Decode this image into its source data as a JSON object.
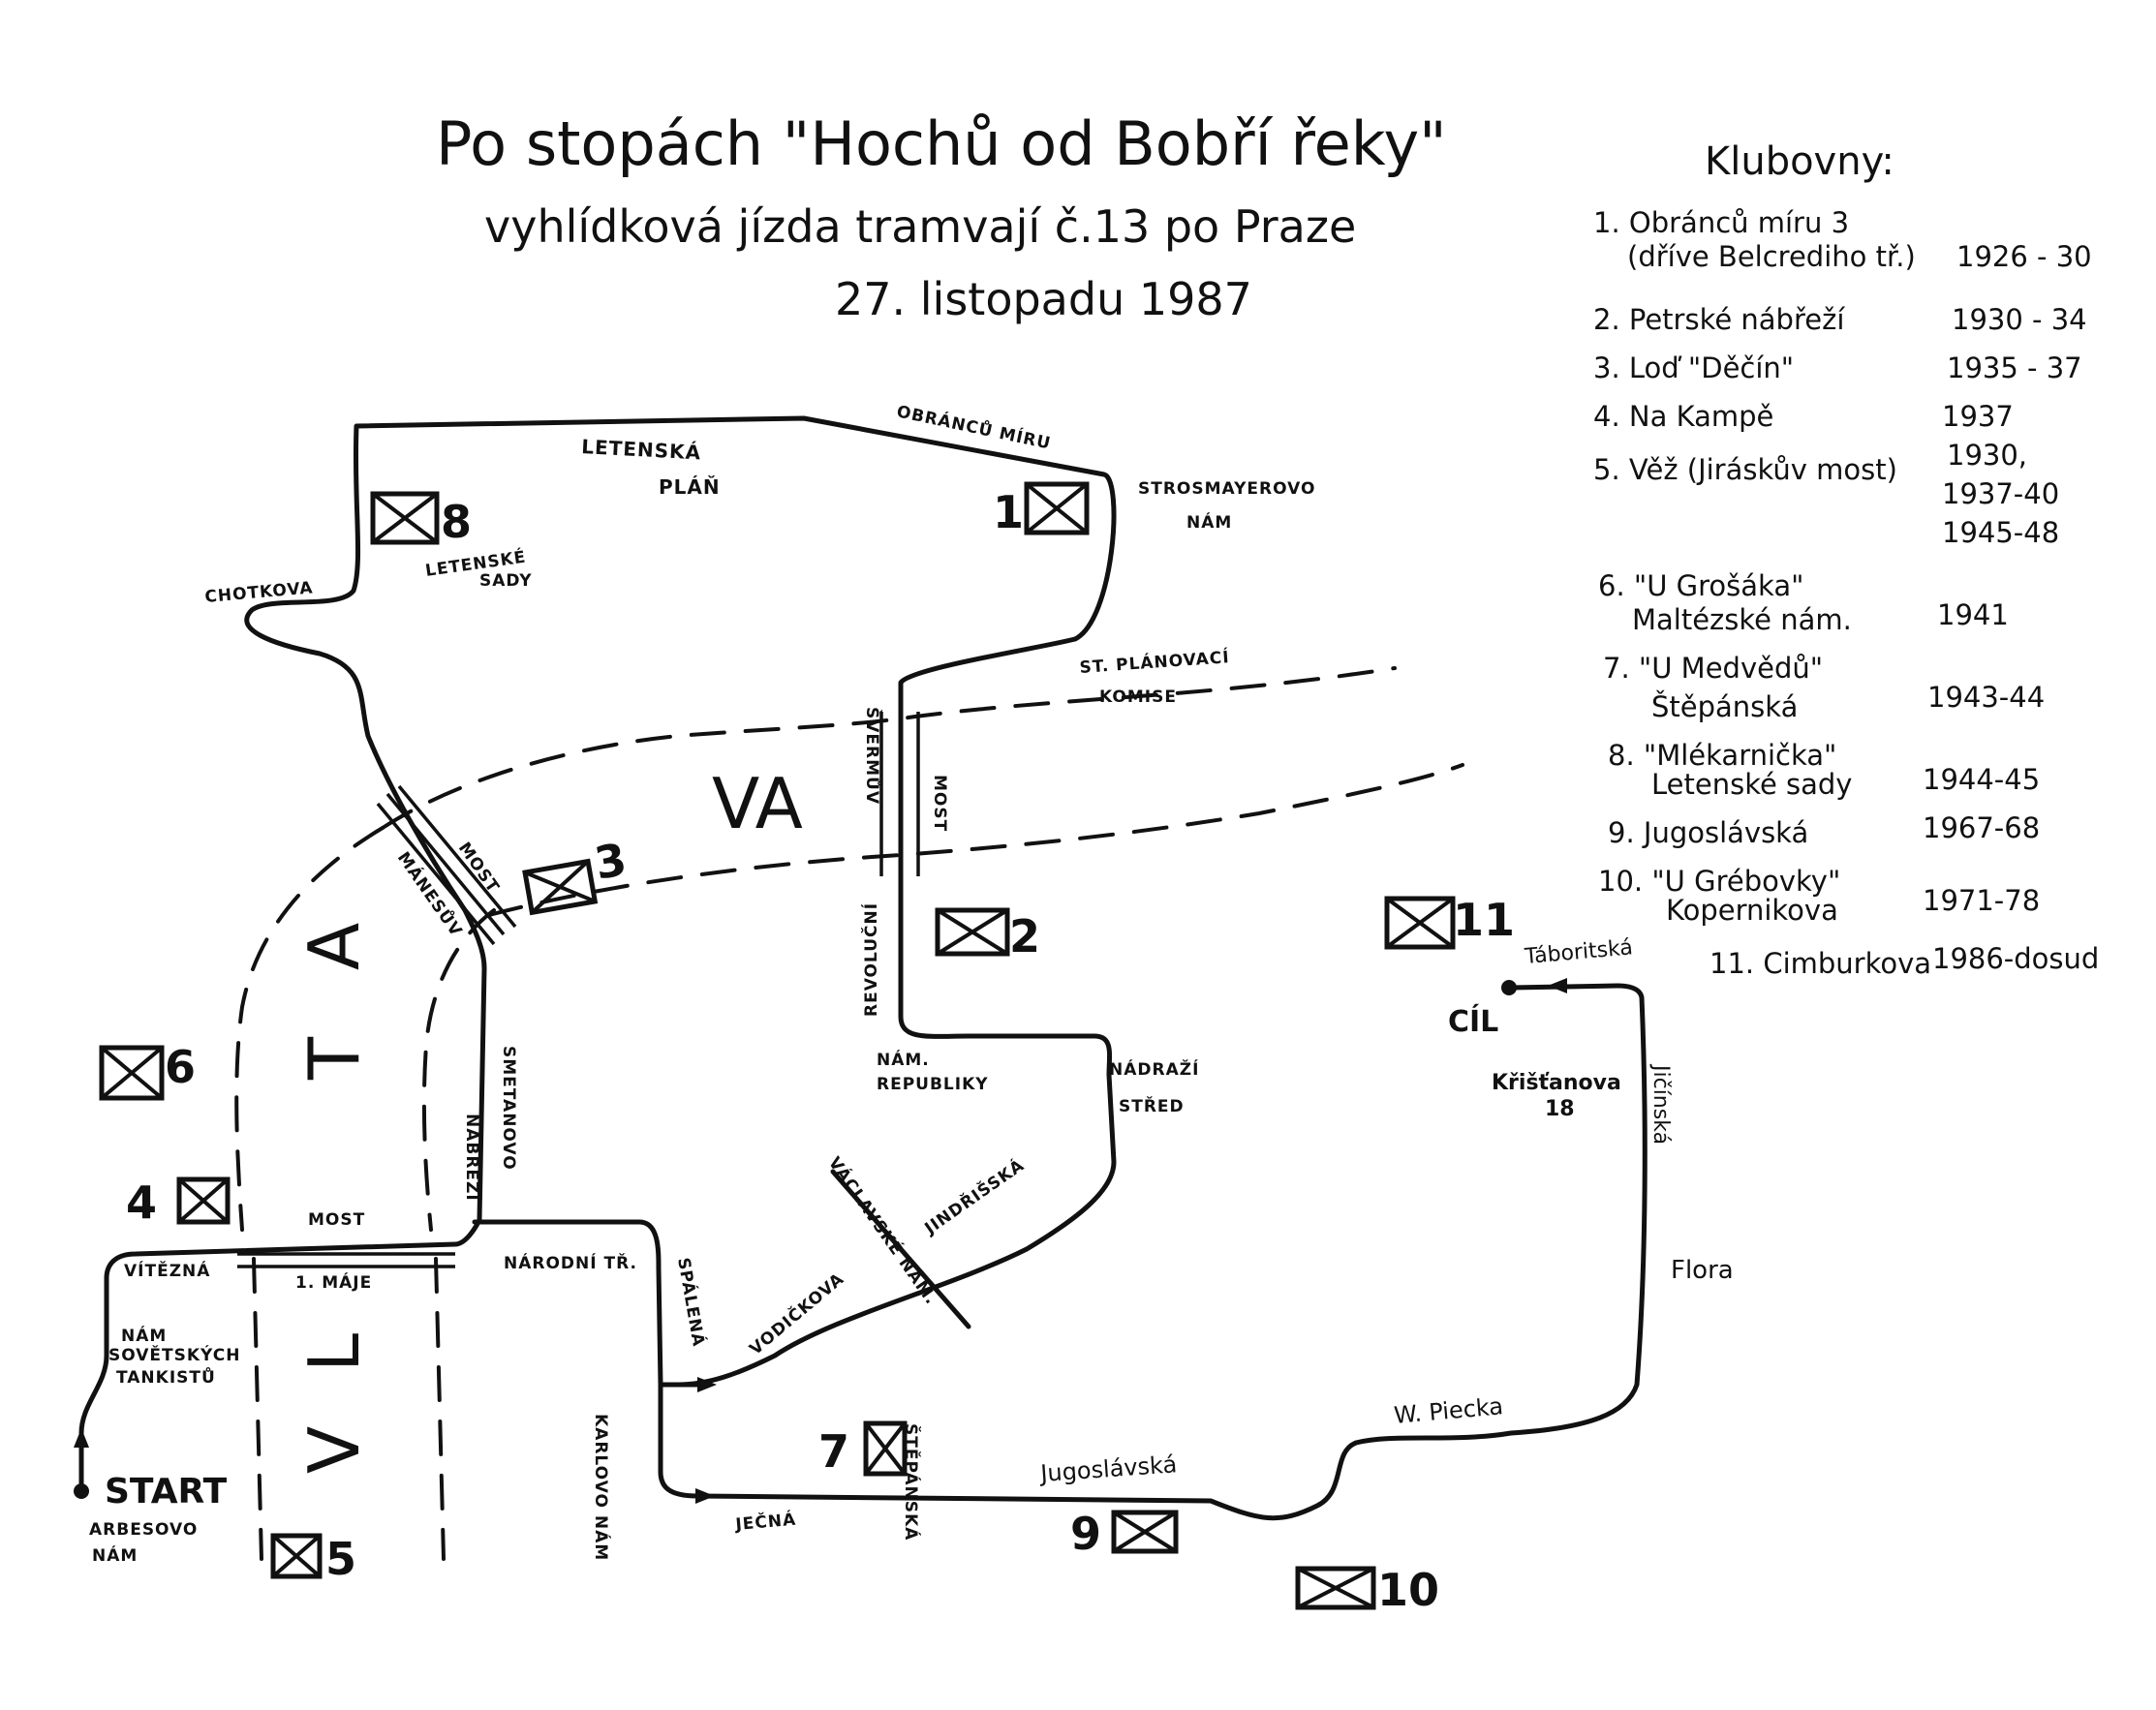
{
  "title": {
    "line1": "Po stopách \"Hochů od Bobří řeky\"",
    "line2": "vyhlídková jízda tramvají č.13 po Praze",
    "line3": "27. listopadu 1987"
  },
  "legend": {
    "heading": "Klubovny:",
    "items": [
      {
        "text": "1. Obránců míru 3",
        "years": ""
      },
      {
        "text": "(dříve Belcrediho tř.)",
        "years": "1926 - 30"
      },
      {
        "text": "2. Petrské nábřeží",
        "years": "1930 - 34"
      },
      {
        "text": "3. Loď \"Děčín\"",
        "years": "1935 - 37"
      },
      {
        "text": "4. Na Kampě",
        "years": "1937"
      },
      {
        "text": "5. Věž (Jiráskův most)",
        "years": "1930,"
      },
      {
        "text": "",
        "years": "1937-40"
      },
      {
        "text": "",
        "years": "1945-48"
      },
      {
        "text": "6. \"U Grošáka\"",
        "years": ""
      },
      {
        "text": "Maltézské nám.",
        "years": "1941"
      },
      {
        "text": "7. \"U Medvědů\"",
        "years": ""
      },
      {
        "text": "Štěpánská",
        "years": "1943-44"
      },
      {
        "text": "8. \"Mlékarnička\"",
        "years": ""
      },
      {
        "text": "Letenské sady",
        "years": "1944-45"
      },
      {
        "text": "9. Jugoslávská",
        "years": "1967-68"
      },
      {
        "text": "10. \"U Grébovky\"",
        "years": ""
      },
      {
        "text": "Kopernikova",
        "years": "1971-78"
      },
      {
        "text": "11. Cimburkova",
        "years": "1986-dosud"
      }
    ]
  },
  "river": {
    "part1": "VA",
    "part2": "T",
    "part3": "A",
    "part4": "L",
    "part5": "V"
  },
  "places": {
    "letenska_plan_1": "LETENSKÁ",
    "letenska_plan_2": "PLÁŇ",
    "obrancu_miru": "OBRÁNCŮ MÍRU",
    "strossmayerovo_1": "STROSMAYEROVO",
    "strossmayerovo_2": "NÁM",
    "chotkova": "CHOTKOVA",
    "letenske_sady_1": "LETENSKÉ",
    "letenske_sady_2": "SADY",
    "st_planovaci_1": "ST. PLÁNOVACÍ",
    "st_planovaci_2": "KOMISE",
    "svermuv": "ŠVERMŮV",
    "most_right": "MOST",
    "manesuv": "MÁNESŮV",
    "most_manes": "MOST",
    "revolucni": "REVOLUČNÍ",
    "nam_republiky_1": "NÁM.",
    "nam_republiky_2": "REPUBLIKY",
    "nadrazi_stred_1": "NÁDRAŽÍ",
    "nadrazi_stred_2": "STŘED",
    "smetanovo": "SMETANOVO",
    "nabrezi": "NÁBŘEŽÍ",
    "most_legii": "MOST",
    "prvni_maje": "1. MÁJE",
    "vitezna": "VÍTĚZNÁ",
    "narodni": "NÁRODNÍ TŘ.",
    "spalena": "SPÁLENÁ",
    "vodickova": "VODIČKOVA",
    "vaclavske": "VÁCLAVSKÉ NÁM.",
    "jindrisska": "JINDŘIŠSKÁ",
    "nam_sov_1": "NÁM",
    "nam_sov_2": "SOVĚTSKÝCH",
    "nam_sov_3": "TANKISTŮ",
    "start": "START",
    "arbesovo_1": "ARBESOVO",
    "arbesovo_2": "NÁM",
    "karlovo": "KARLOVO NÁM",
    "jecna": "JEČNÁ",
    "stepanska": "ŠTĚPÁNSKÁ",
    "jugoslavska": "Jugoslávská",
    "w_piecka": "W. Piecka",
    "flora": "Flora",
    "jicinska": "Jičínská",
    "taboritska": "Táboritská",
    "cil": "CÍL",
    "kristanova_1": "Křišťanova",
    "kristanova_2": "18"
  },
  "clubs": {
    "c1": "1",
    "c2": "2",
    "c3": "3",
    "c4": "4",
    "c5": "5",
    "c6": "6",
    "c7": "7",
    "c8": "8",
    "c9": "9",
    "c10": "10",
    "c11": "11"
  }
}
